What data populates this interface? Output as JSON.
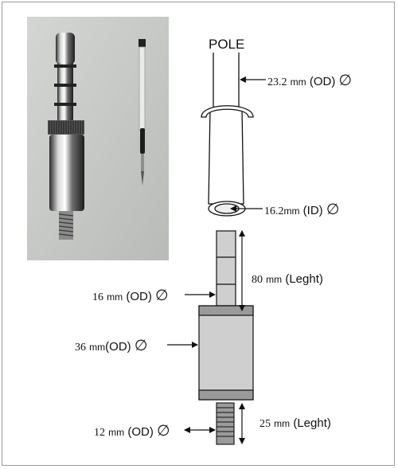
{
  "diagram": {
    "pole_title": "POLE",
    "labels": [
      {
        "id": "pole-od",
        "value": "23.2",
        "unit": "mm",
        "spec": "(OD)",
        "symbol": "∅"
      },
      {
        "id": "pole-id",
        "value": "16.2",
        "unit": "mm",
        "spec": "(ID)",
        "symbol": "∅"
      },
      {
        "id": "pin-length",
        "value": "80",
        "unit": "mm",
        "spec": "(Leght)",
        "symbol": ""
      },
      {
        "id": "pin-od",
        "value": "16",
        "unit": "mm",
        "spec": "(OD)",
        "symbol": "∅"
      },
      {
        "id": "body-od",
        "value": "36",
        "unit": "mm",
        "spec": "(OD)",
        "symbol": "∅"
      },
      {
        "id": "thread-length",
        "value": "25",
        "unit": "mm",
        "spec": "(Leght)",
        "symbol": ""
      },
      {
        "id": "thread-od",
        "value": "12",
        "unit": "mm",
        "spec": "(OD)",
        "symbol": "∅"
      }
    ]
  }
}
